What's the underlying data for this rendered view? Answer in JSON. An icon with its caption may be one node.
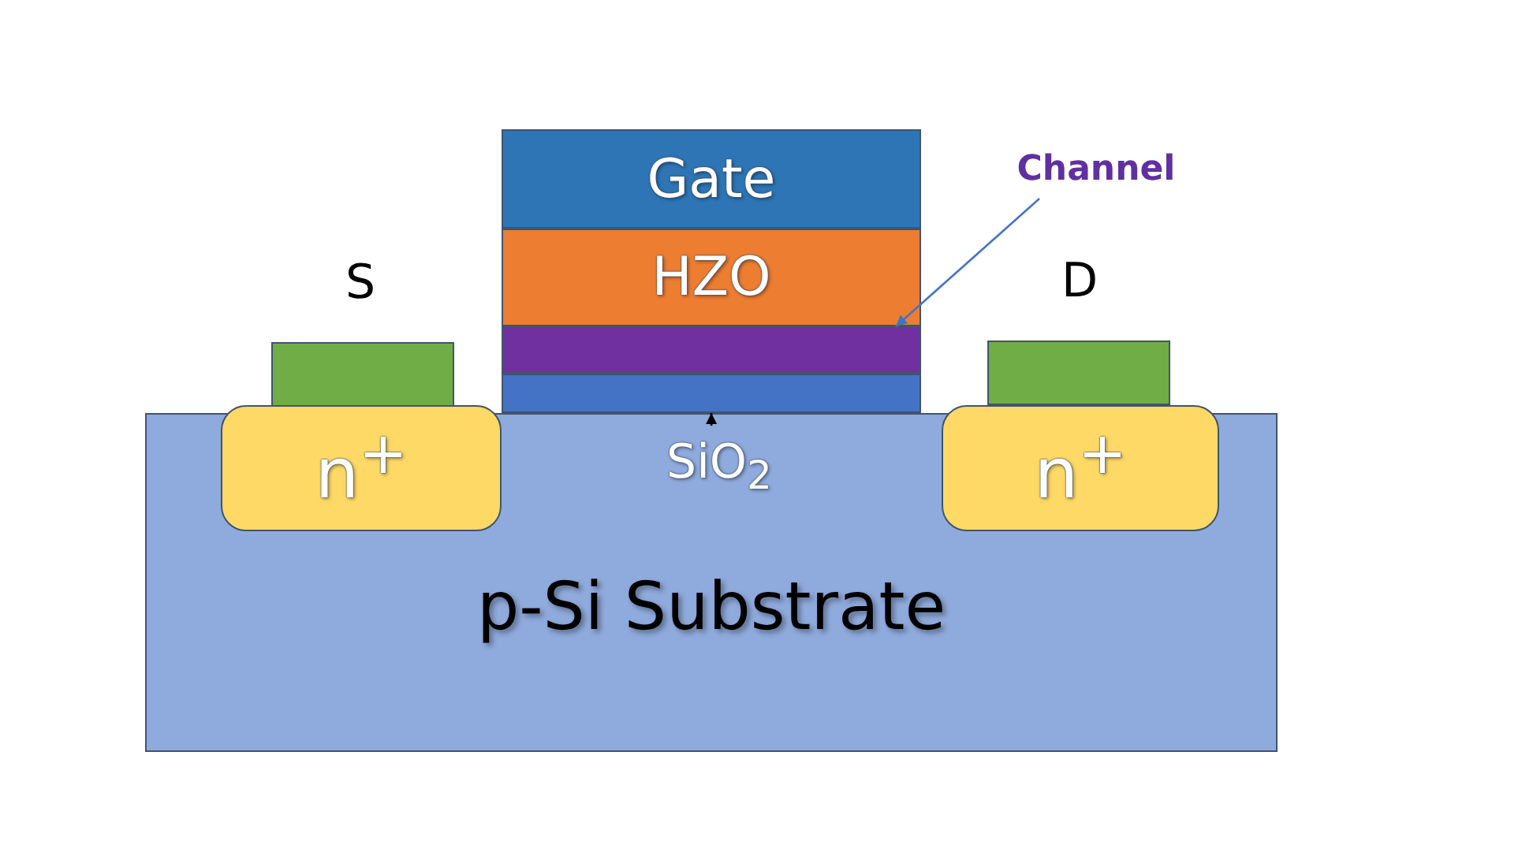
{
  "diagram": {
    "nodes": [
      {
        "text": [
          "Gate"
        ]
      },
      {
        "text": [
          "HZO"
        ]
      },
      {
        "text": [
          "Channel"
        ]
      },
      {
        "text": [],
        "shape": "box"
      },
      {
        "text": [],
        "shape": "box",
        "beside": [
          "S"
        ]
      },
      {
        "text": [],
        "shape": "box",
        "beside": [
          "D"
        ]
      },
      {
        "text": [],
        "shape": "box"
      },
      {
        "text": [
          "p-Si Substrate"
        ]
      },
      {
        "text": [
          "n$^{+}$"
        ]
      },
      {
        "text": [
          "SiO$_{2}$"
        ],
        "in": 7
      },
      {
        "text": [
          "n$^{+}$"
        ]
      }
    ],
    "edges": [
      {
        "from": 2,
        "to": 3,
        "arrow": "to",
        "color": "#4472c4"
      },
      {
        "from": 9,
        "to": 6,
        "arrow": "to",
        "color": "#000000"
      }
    ]
  }
}
